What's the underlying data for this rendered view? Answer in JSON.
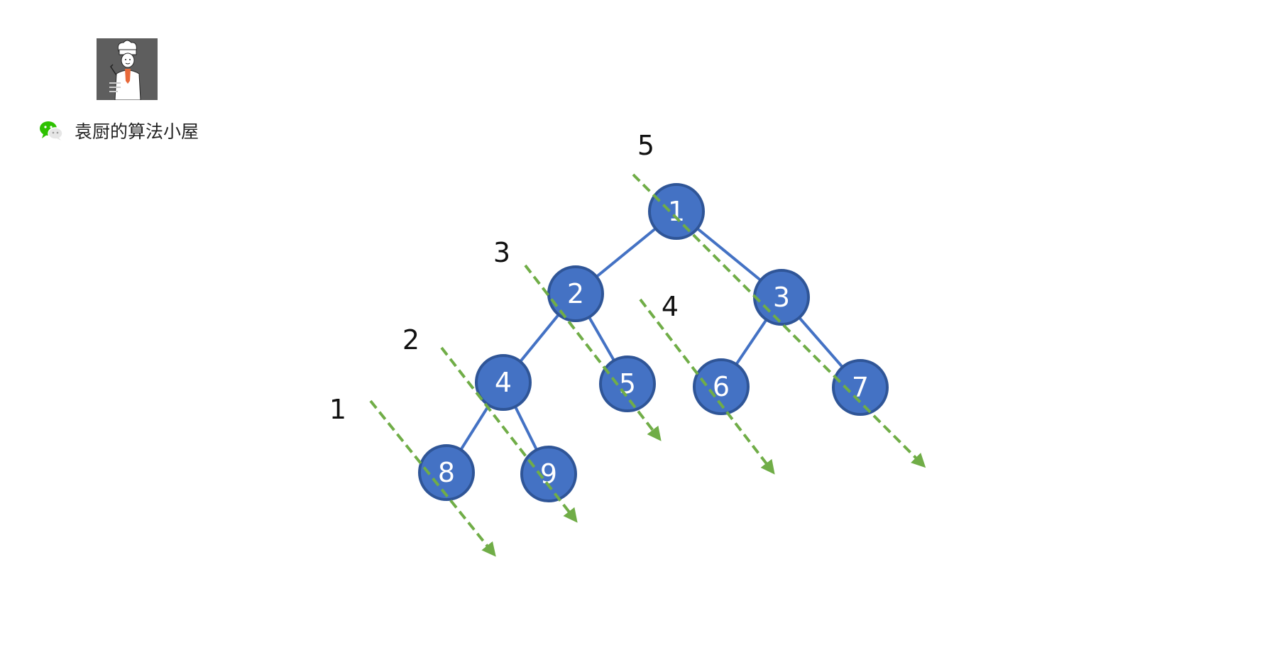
{
  "brand": {
    "name": "袁厨的算法小屋",
    "icon": "wechat-icon",
    "avatar": "chef-avatar"
  },
  "colors": {
    "node_fill": "#4472C4",
    "node_stroke": "#2F5597",
    "edge": "#4472C4",
    "diagonal": "#70AD47",
    "label_text": "#111111",
    "wechat_green": "#2DC100"
  },
  "tree": {
    "nodes": [
      "1",
      "2",
      "3",
      "4",
      "5",
      "6",
      "7",
      "8",
      "9"
    ],
    "edges": [
      [
        "1",
        "2"
      ],
      [
        "1",
        "3"
      ],
      [
        "2",
        "4"
      ],
      [
        "2",
        "5"
      ],
      [
        "3",
        "6"
      ],
      [
        "3",
        "7"
      ],
      [
        "4",
        "8"
      ],
      [
        "4",
        "9"
      ]
    ]
  },
  "diagonals": {
    "labels": [
      "5",
      "3",
      "4",
      "2",
      "1"
    ]
  }
}
